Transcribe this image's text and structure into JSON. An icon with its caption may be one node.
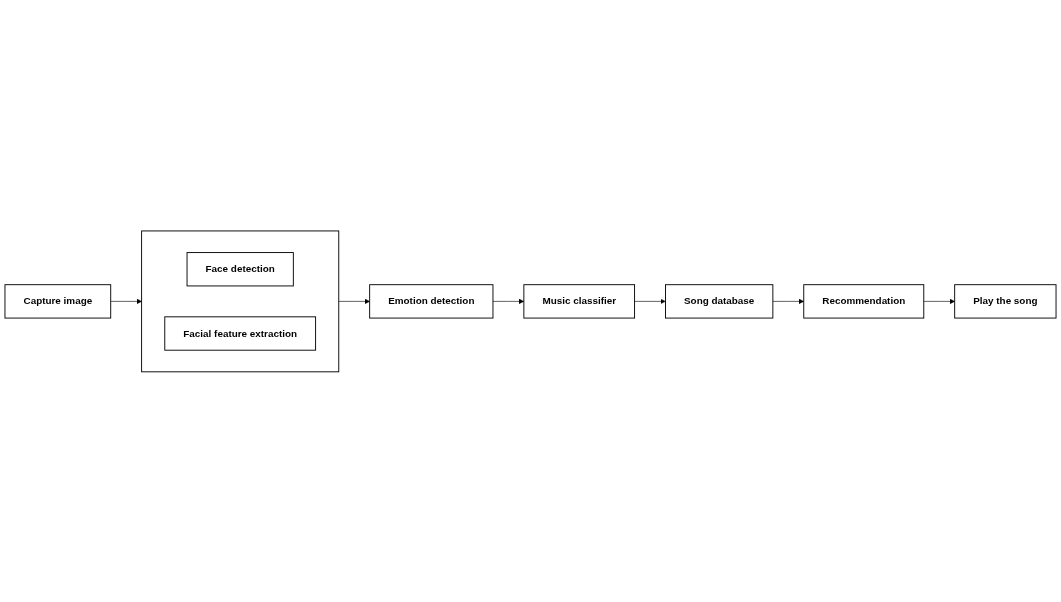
{
  "diagram": {
    "nodes": [
      {
        "text": [
          "Capture image"
        ]
      },
      {
        "text": [],
        "shape": "box"
      },
      {
        "text": [
          "Face detection"
        ],
        "in": 1
      },
      {
        "text": [
          "Facial feature extraction"
        ],
        "in": 1
      },
      {
        "text": [
          "Emotion detection"
        ]
      },
      {
        "text": [
          "Music classifier"
        ]
      },
      {
        "text": [
          "Song database"
        ]
      },
      {
        "text": [
          "Recommendation"
        ]
      },
      {
        "text": [
          "Play the song"
        ]
      }
    ],
    "edges": [
      {
        "from": 0,
        "to": 1,
        "arrow": "to"
      },
      {
        "from": 1,
        "to": 4,
        "arrow": "to"
      },
      {
        "from": 4,
        "to": 5,
        "arrow": "to"
      },
      {
        "from": 5,
        "to": 6,
        "arrow": "to"
      },
      {
        "from": 6,
        "to": 7,
        "arrow": "to"
      },
      {
        "from": 7,
        "to": 8,
        "arrow": "to"
      }
    ]
  }
}
